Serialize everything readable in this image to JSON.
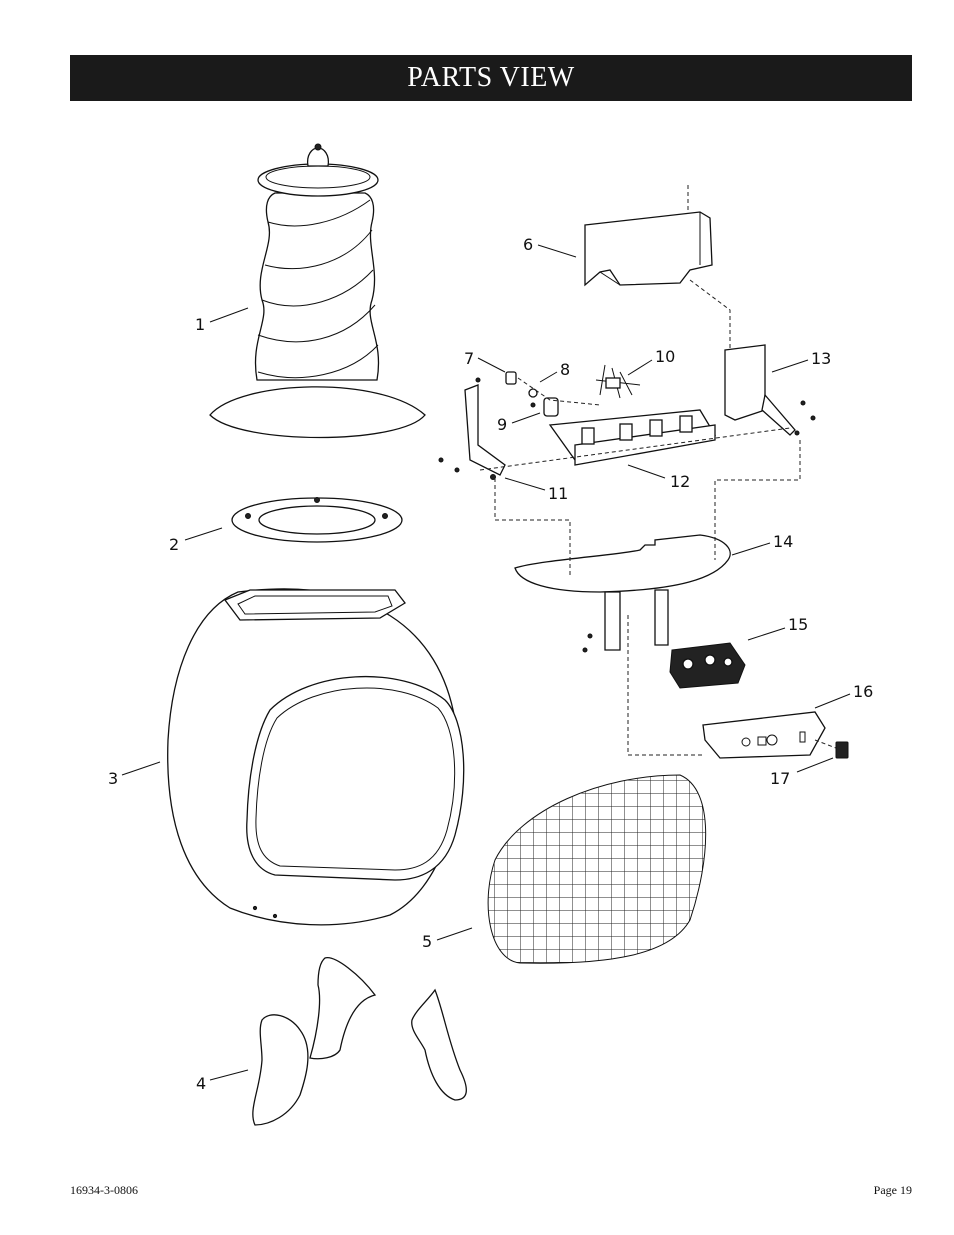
{
  "header": {
    "title": "PARTS VIEW"
  },
  "footer": {
    "doc_number": "16934-3-0806",
    "page": "Page 19"
  },
  "parts": [
    {
      "number": "1"
    },
    {
      "number": "2"
    },
    {
      "number": "3"
    },
    {
      "number": "4"
    },
    {
      "number": "5"
    },
    {
      "number": "6"
    },
    {
      "number": "7"
    },
    {
      "number": "8"
    },
    {
      "number": "9"
    },
    {
      "number": "10"
    },
    {
      "number": "11"
    },
    {
      "number": "12"
    },
    {
      "number": "13"
    },
    {
      "number": "14"
    },
    {
      "number": "15"
    },
    {
      "number": "16"
    },
    {
      "number": "17"
    }
  ]
}
